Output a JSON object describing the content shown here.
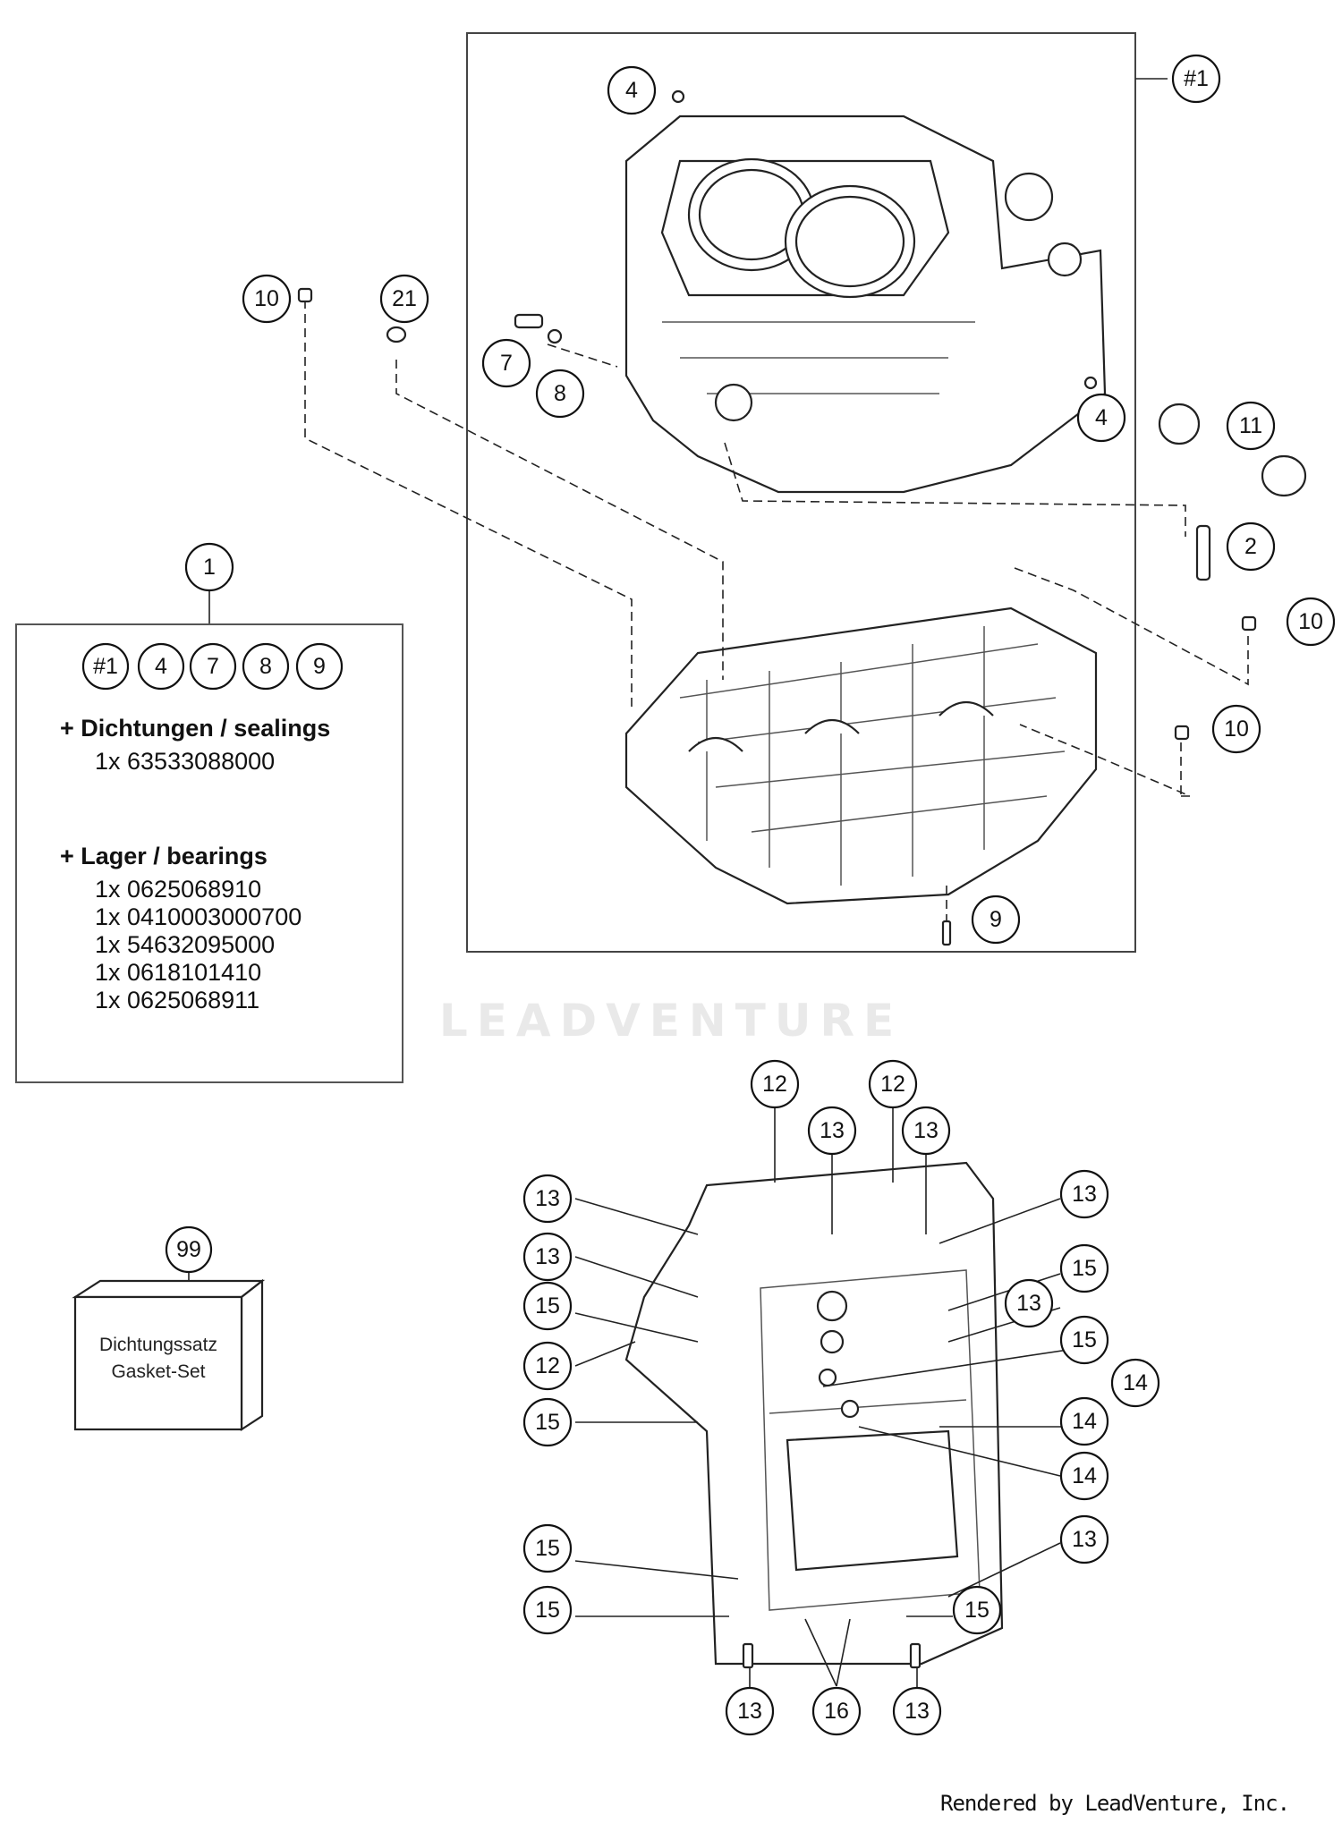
{
  "kit": {
    "number": "1",
    "contents": [
      "#1",
      "4",
      "7",
      "8",
      "9"
    ],
    "sealings_heading": "+ Dichtungen / sealings",
    "sealings": [
      "1x 63533088000"
    ],
    "bearings_heading": "+ Lager / bearings",
    "bearings": [
      "1x 0625068910",
      "1x 0410003000700",
      "1x 54632095000",
      "1x 0618101410",
      "1x 0625068911"
    ]
  },
  "gasket_set": {
    "number": "99",
    "label_de": "Dichtungssatz",
    "label_en": "Gasket-Set"
  },
  "callouts_top": [
    "#1",
    "4",
    "4",
    "10",
    "21",
    "7",
    "8",
    "11",
    "2",
    "10",
    "10",
    "9"
  ],
  "callouts_bottom": [
    "12",
    "12",
    "13",
    "13",
    "13",
    "13",
    "13",
    "15",
    "13",
    "15",
    "12",
    "15",
    "14",
    "15",
    "14",
    "14",
    "15",
    "13",
    "15",
    "15",
    "13",
    "16",
    "13"
  ],
  "watermark": "LEADVENTURE",
  "credit": "Rendered by LeadVenture, Inc.",
  "colors": {
    "line": "#222222",
    "background": "#ffffff",
    "watermark": "#e9e9e9"
  }
}
